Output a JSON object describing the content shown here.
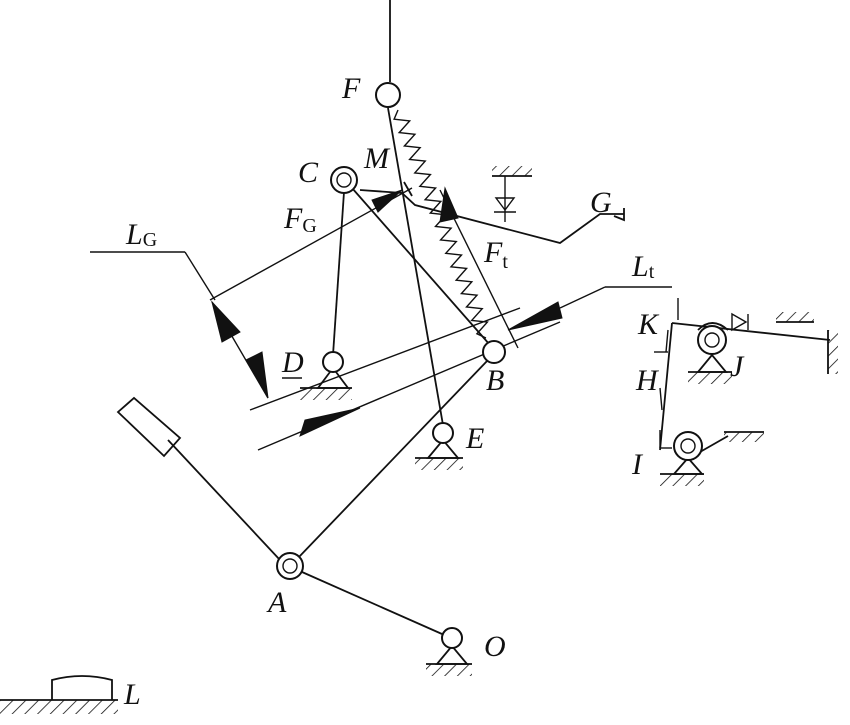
{
  "labels": {
    "A": "A",
    "B": "B",
    "C": "C",
    "D": "D",
    "E": "E",
    "F": "F",
    "G": "G",
    "H": "H",
    "I": "I",
    "J": "J",
    "K": "K",
    "L": "L",
    "M": "M",
    "O": "O"
  },
  "forces": {
    "F_G": {
      "main": "F",
      "sub": "G"
    },
    "F_t": {
      "main": "F",
      "sub": "t"
    },
    "L_G": {
      "main": "L",
      "sub": "G"
    },
    "L_t": {
      "main": "L",
      "sub": "t"
    }
  }
}
